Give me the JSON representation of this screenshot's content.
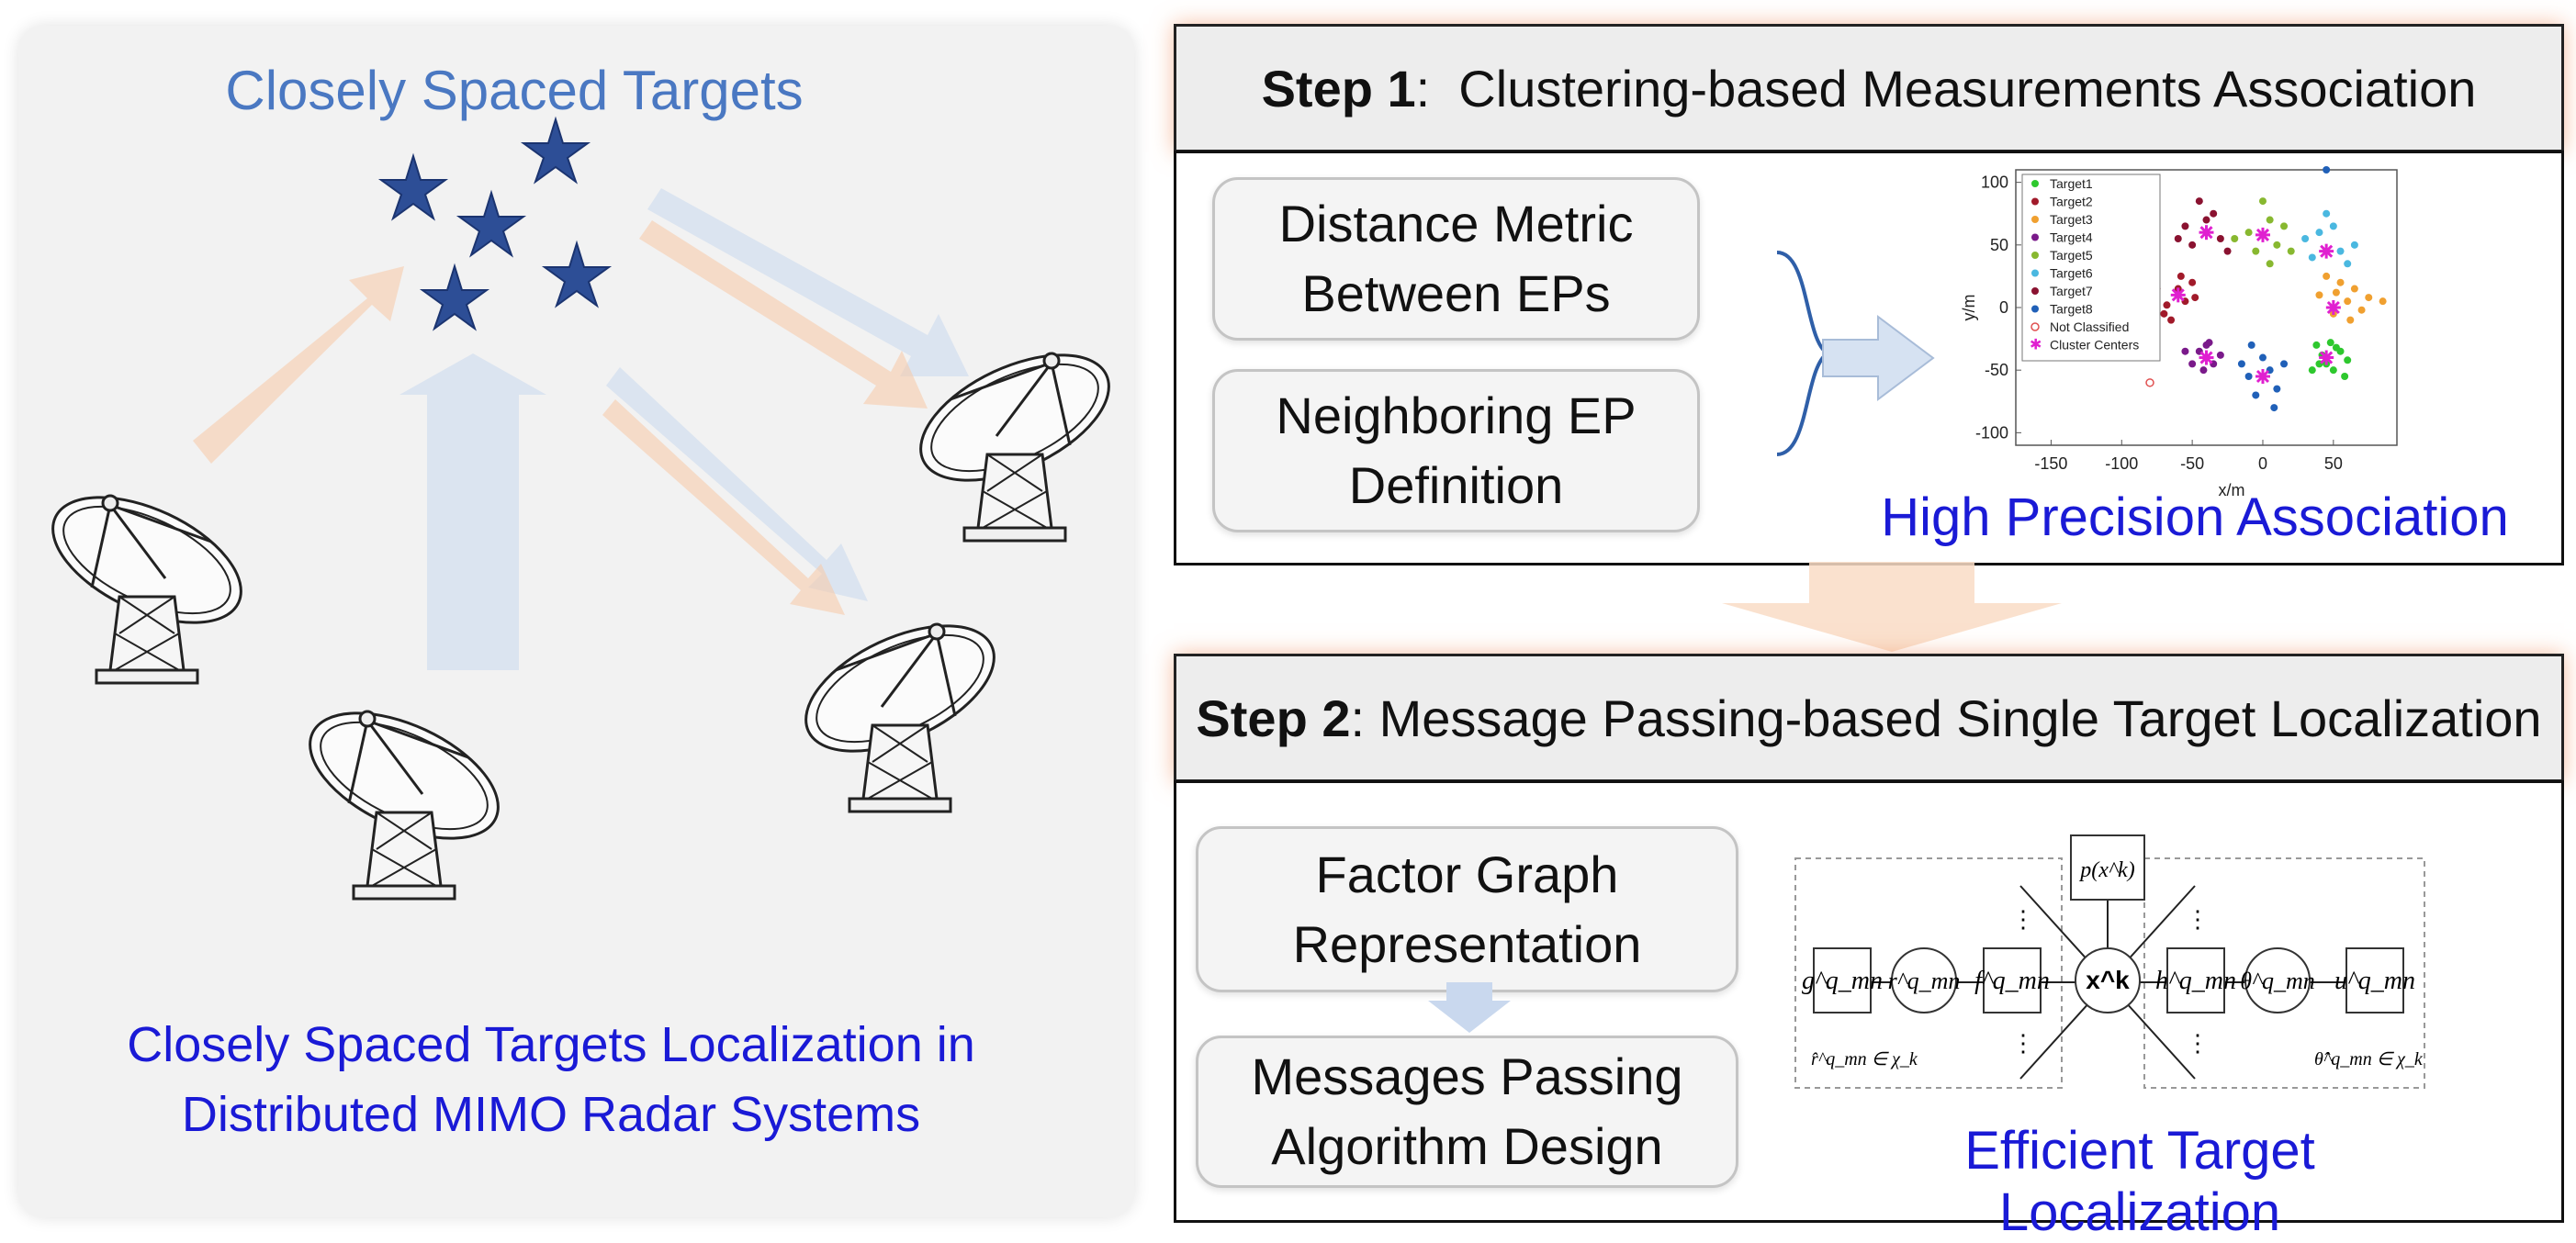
{
  "left": {
    "title": "Closely Spaced Targets",
    "caption_line1": "Closely Spaced Targets Localization in",
    "caption_line2": "Distributed MIMO Radar Systems"
  },
  "step1": {
    "label": "Step 1",
    "sep": ":",
    "title": "  Clustering-based Measurements Association",
    "box1_line1": "Distance Metric",
    "box1_line2": "Between EPs",
    "box2_line1": "Neighboring EP",
    "box2_line2": "Definition",
    "result": "High Precision Association"
  },
  "step2": {
    "label": "Step 2",
    "title": ": Message Passing-based Single Target Localization",
    "box1_line1": "Factor Graph",
    "box1_line2": "Representation",
    "box2_line1": "Messages Passing",
    "box2_line2": "Algorithm Design",
    "result": "Efficient Target Localization"
  },
  "factor_graph": {
    "prior": "p(x^k)",
    "center": "x^k",
    "g": "g^q_mn",
    "r": "r^q_mn",
    "f": "f^q_mn",
    "h": "h^q_mn",
    "theta": "θ^q_mn",
    "u": "u^q_mn",
    "left_note": "r̂^q_mn ∈ χ_k",
    "right_note": "θ̂^q_mn ∈ χ_k"
  },
  "chart_data": {
    "type": "scatter",
    "xlabel": "x/m",
    "ylabel": "y/m",
    "xticks": [
      -150,
      -100,
      -50,
      0,
      50
    ],
    "yticks": [
      100,
      50,
      0,
      -50,
      -100
    ],
    "xlim": [
      -175,
      95
    ],
    "ylim": [
      -110,
      110
    ],
    "legend_position": "top-left",
    "legend": [
      "Target1",
      "Target2",
      "Target3",
      "Target4",
      "Target5",
      "Target6",
      "Target7",
      "Target8",
      "Not Classified",
      "Cluster Centers"
    ],
    "colors": {
      "Target1": "#2ec82e",
      "Target2": "#a11a2a",
      "Target3": "#f0a030",
      "Target4": "#7a1a8a",
      "Target5": "#88b830",
      "Target6": "#4ab8e0",
      "Target7": "#8a1230",
      "Target8": "#2060b8",
      "Not Classified": "#e05050",
      "Cluster Centers": "#e020d0"
    },
    "cluster_centers": [
      [
        -40,
        60
      ],
      [
        0,
        58
      ],
      [
        45,
        45
      ],
      [
        -60,
        10
      ],
      [
        50,
        0
      ],
      [
        -40,
        -40
      ],
      [
        0,
        -55
      ],
      [
        45,
        -40
      ]
    ],
    "series": [
      {
        "name": "Target1",
        "points": [
          [
            38,
            -30
          ],
          [
            45,
            -45
          ],
          [
            55,
            -35
          ],
          [
            50,
            -50
          ],
          [
            42,
            -38
          ],
          [
            60,
            -42
          ],
          [
            35,
            -50
          ],
          [
            48,
            -28
          ],
          [
            58,
            -55
          ],
          [
            40,
            -45
          ],
          [
            52,
            -32
          ]
        ]
      },
      {
        "name": "Target2",
        "points": [
          [
            -70,
            -5
          ],
          [
            -60,
            15
          ],
          [
            -55,
            5
          ],
          [
            -75,
            15
          ],
          [
            -50,
            20
          ],
          [
            -65,
            -10
          ],
          [
            -58,
            25
          ],
          [
            -68,
            2
          ],
          [
            -48,
            8
          ]
        ]
      },
      {
        "name": "Target3",
        "points": [
          [
            40,
            10
          ],
          [
            55,
            20
          ],
          [
            60,
            5
          ],
          [
            50,
            -5
          ],
          [
            65,
            15
          ],
          [
            45,
            25
          ],
          [
            70,
            -2
          ],
          [
            62,
            -10
          ],
          [
            52,
            12
          ],
          [
            75,
            8
          ],
          [
            85,
            5
          ]
        ]
      },
      {
        "name": "Target4",
        "points": [
          [
            -45,
            -35
          ],
          [
            -35,
            -45
          ],
          [
            -40,
            -30
          ],
          [
            -50,
            -45
          ],
          [
            -30,
            -38
          ],
          [
            -42,
            -50
          ],
          [
            -38,
            -28
          ],
          [
            -55,
            -35
          ]
        ]
      },
      {
        "name": "Target5",
        "points": [
          [
            -10,
            60
          ],
          [
            5,
            70
          ],
          [
            10,
            50
          ],
          [
            -5,
            45
          ],
          [
            15,
            65
          ],
          [
            -20,
            55
          ],
          [
            0,
            85
          ],
          [
            20,
            45
          ],
          [
            5,
            35
          ]
        ]
      },
      {
        "name": "Target6",
        "points": [
          [
            40,
            60
          ],
          [
            55,
            45
          ],
          [
            50,
            65
          ],
          [
            35,
            40
          ],
          [
            60,
            35
          ],
          [
            45,
            75
          ],
          [
            30,
            55
          ],
          [
            65,
            50
          ]
        ]
      },
      {
        "name": "Target7",
        "points": [
          [
            -40,
            70
          ],
          [
            -30,
            55
          ],
          [
            -50,
            50
          ],
          [
            -35,
            75
          ],
          [
            -55,
            65
          ],
          [
            -25,
            45
          ],
          [
            -45,
            85
          ],
          [
            -60,
            55
          ]
        ]
      },
      {
        "name": "Target8",
        "points": [
          [
            -10,
            -55
          ],
          [
            5,
            -50
          ],
          [
            10,
            -65
          ],
          [
            -5,
            -70
          ],
          [
            0,
            -40
          ],
          [
            15,
            -45
          ],
          [
            -15,
            -45
          ],
          [
            8,
            -80
          ],
          [
            -8,
            -30
          ],
          [
            45,
            110
          ]
        ]
      },
      {
        "name": "Not Classified",
        "points": [
          [
            -80,
            -60
          ]
        ]
      }
    ]
  }
}
